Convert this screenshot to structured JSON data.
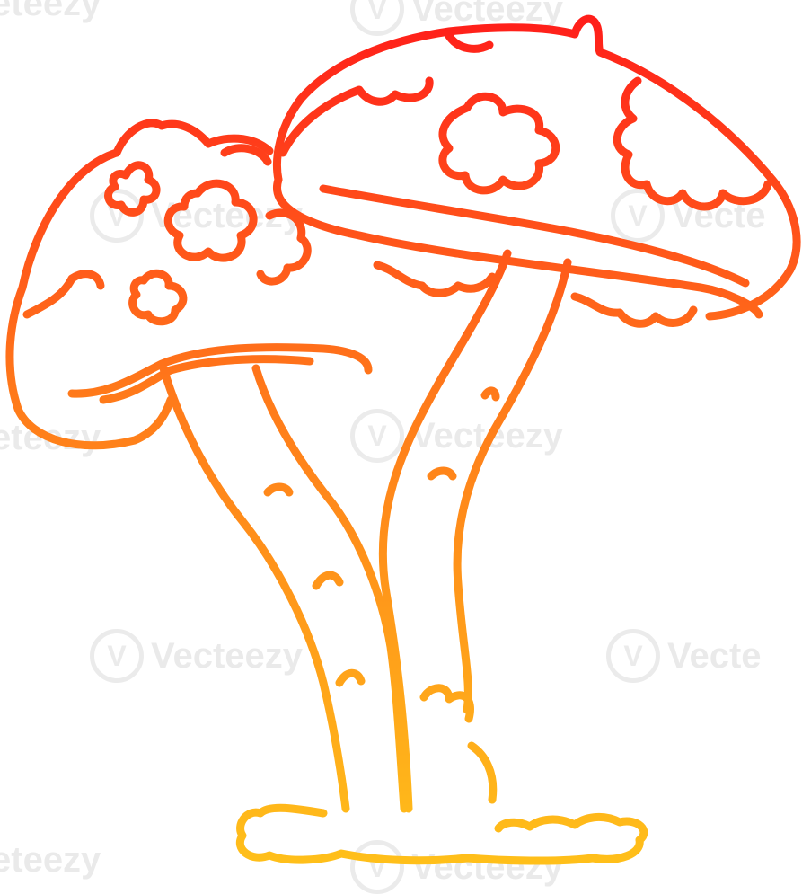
{
  "image": {
    "subject": "cartoon mushrooms line drawing",
    "stroke_gradient": {
      "start": "#ff1a1a",
      "mid": "#ff7a1a",
      "end": "#ffc21a"
    },
    "background": "#ffffff"
  },
  "watermark": {
    "text": "Vecteezy",
    "partial_text": "Vecte",
    "top_left_text": "eteezy",
    "mark": "V"
  }
}
